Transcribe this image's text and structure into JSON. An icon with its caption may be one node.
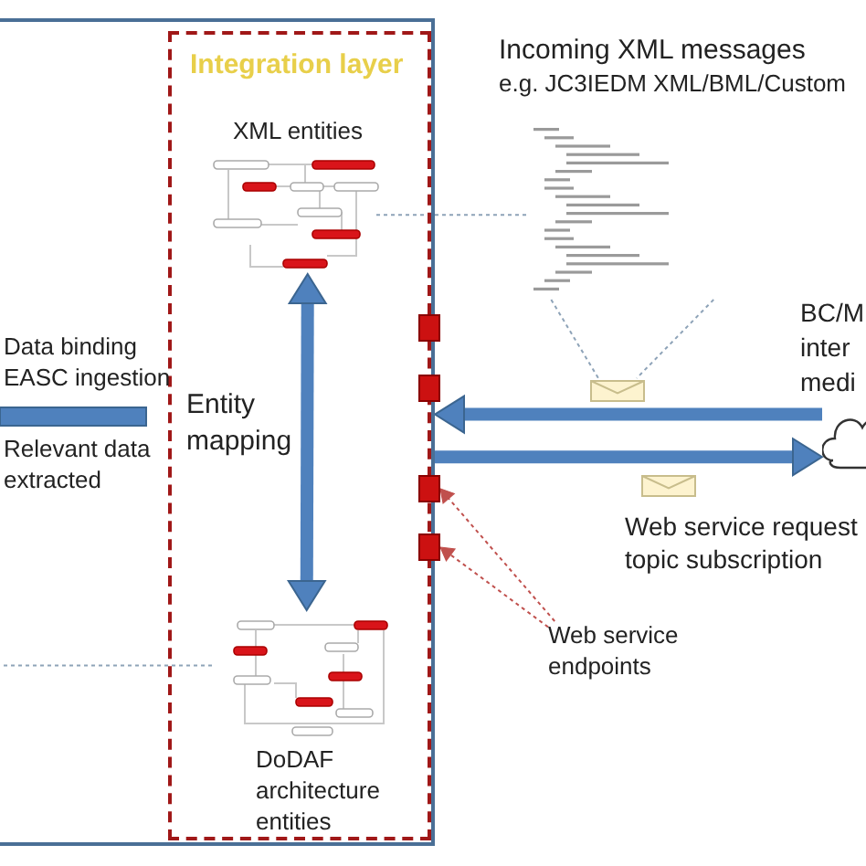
{
  "diagram": {
    "nodes": [
      {
        "text": [],
        "shape": "box"
      },
      {
        "text": [
          "Integration layer"
        ],
        "in": 0
      },
      {
        "text": [
          "XML entities"
        ],
        "in": 1
      },
      {
        "text": [
          "DoDAF architecture entities"
        ],
        "in": 1
      },
      {
        "text": [],
        "shape": "box"
      },
      {
        "text": [],
        "shape": "box"
      },
      {
        "text": [],
        "shape": "box"
      },
      {
        "text": [],
        "shape": "box"
      },
      {
        "text": [
          "Web service endpoints"
        ]
      },
      {
        "text": [],
        "shape": "cloud",
        "beside": [
          "BC/M inter medi"
        ]
      },
      {
        "text": [],
        "shape": "picture"
      },
      {
        "text": [],
        "shape": "picture"
      },
      {
        "text": [],
        "shape": "picture"
      }
    ],
    "edges": [
      {
        "from": 2,
        "to": 3,
        "arrow": "both",
        "label": "Entity mapping",
        "style": "thick",
        "color": "#4f81bd"
      },
      {
        "from": 9,
        "to": 0,
        "arrow": "to",
        "style": "thick",
        "color": "#4f81bd"
      },
      {
        "from": 0,
        "to": 9,
        "arrow": "to",
        "style": "thick",
        "color": "#4f81bd"
      },
      {
        "from": 8,
        "to": 6,
        "arrow": "to",
        "style": "dashed",
        "color": "#c0504d"
      },
      {
        "from": 8,
        "to": 7,
        "arrow": "to",
        "style": "dashed",
        "color": "#c0504d"
      },
      {
        "from": 2,
        "to": 10,
        "arrow": "none",
        "style": "dashed"
      },
      {
        "from": 10,
        "to": 11,
        "arrow": "none",
        "style": "dashed"
      },
      {
        "from": 10,
        "to": 11,
        "arrow": "none",
        "style": "dashed"
      },
      {
        "from": 3,
        "to": null,
        "arrow": "none",
        "style": "dashed"
      }
    ],
    "labels": [
      "Incoming XML messages",
      "e.g. JC3IEDM XML/BML/Custom",
      "Data binding EASC ingestion",
      "Relevant data extracted",
      "Web service request topic subscription"
    ]
  }
}
